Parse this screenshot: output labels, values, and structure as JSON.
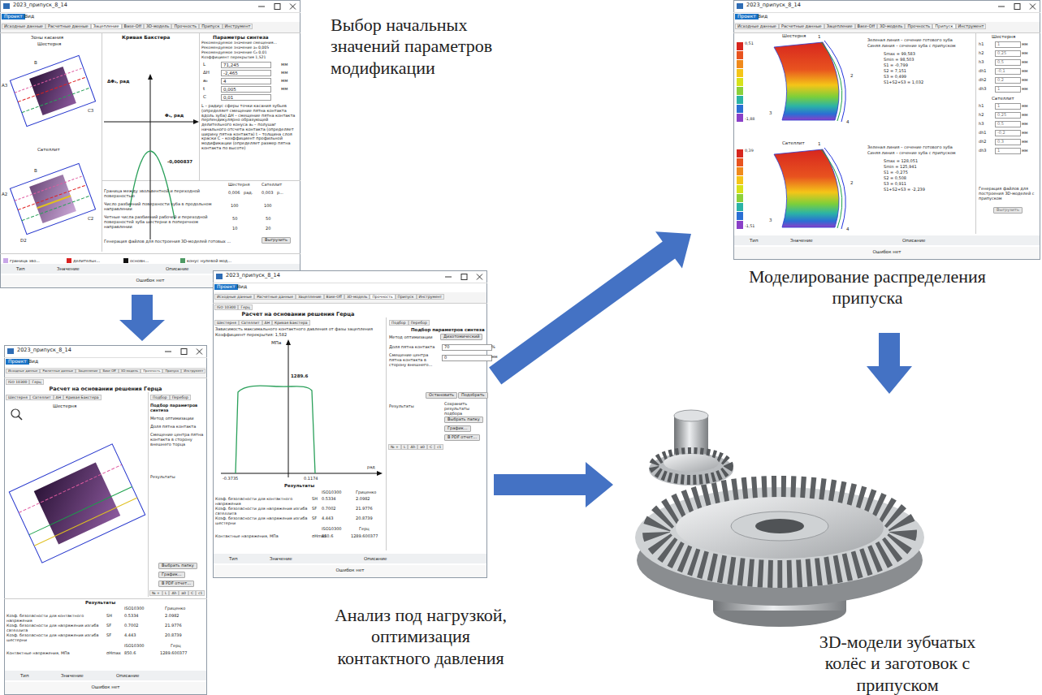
{
  "diagram": {
    "nodes": [
      {
        "text": [
          "Выбор начальных значений параметров модификации"
        ]
      },
      {
        "text": [
          "Анализ под нагрузкой, оптимизация контактного давления"
        ]
      },
      {
        "text": [
          "Моделирование распределения припуска"
        ]
      },
      {
        "text": [
          "3D-модели зубчатых колёс и заготовок с припуском"
        ]
      }
    ],
    "edges": [
      {
        "from": 0,
        "to": 1,
        "arrow": "to"
      },
      {
        "from": 1,
        "to": 2,
        "arrow": "to"
      },
      {
        "from": 1,
        "to": 3,
        "arrow": "to"
      },
      {
        "from": 2,
        "to": 3,
        "arrow": "to"
      }
    ],
    "labels": [
      "2023_припуск_8_14",
      "Проект",
      "Вид",
      "Исходные данные",
      "Расчетные данные",
      "Зацепление",
      "Base-Off",
      "3D-модель",
      "Прочность",
      "Припуск",
      "Инструмент",
      "Тип",
      "Значение",
      "Описание",
      "Ошибок нет",
      "2023_припуск_8_14",
      "Проект",
      "Вид",
      "Исходные данные",
      "Расчетные данные",
      "Зацепление",
      "Base-Off",
      "3D-модель",
      "Прочность",
      "Припуск",
      "Инструмент",
      "Тип",
      "Значение",
      "Описание",
      "Ошибок нет",
      "2023_припуск_8_14",
      "Проект",
      "Вид",
      "Исходные данные",
      "Расчетные данные",
      "Зацепление",
      "Base-Off",
      "3D-модель",
      "Прочность",
      "Припуск",
      "Инструмент",
      "Тип",
      "Значение",
      "Описание",
      "Ошибок нет",
      "2023_припуск_8_14",
      "Проект",
      "Вид",
      "Исходные данные",
      "Расчетные данные",
      "Зацепление",
      "Base-Off",
      "3D-модель",
      "Прочность",
      "Припуск",
      "Инструмент",
      "Тип",
      "Значение",
      "Описание",
      "Ошибок нет",
      "Зоны касания",
      "Шестерня",
      "B",
      "A3",
      "C3",
      "Сателлит",
      "B",
      "A2",
      "C2",
      "D2",
      "Кривая Бакстера",
      "ΔΦ₂, рад",
      "Φ₁, рад",
      "-0,000837",
      "Параметры синтеза",
      "Рекомендуемое значение смещения...",
      "Рекомендуемое значение a₀ 0,005",
      "Рекомендуемое значение C₀ 0,01",
      "Коэффициент перекрытия 1,521",
      "L",
      "71,245",
      "мм",
      "ΔН",
      "-2,465",
      "мм",
      "a₀",
      "4",
      "мм",
      "t",
      "0,005",
      "мм",
      "C",
      "0,01",
      "L – радиус сферы точки касания зубьев (определяет смещение пятна контакта вдоль зуба) ΔН – смещение пятна контакта перпендикулярно образующей делительного конуса a₀ – полушаг начального отсчета контакта (определяет ширину пятна контакта) t – толщина слоя краски C – коэффициент профильной модификации (определяет размер пятна контакта по высоте)",
      "Шестерня",
      "Сателлит",
      "Граница между эвольвентной и переходной поверхностью",
      "0,006",
      "рад.",
      "0,003",
      "р...",
      "Число разбиений поверхности зуба в продольном направлении",
      "100",
      "100",
      "Четные числа разбиений рабочей и переходной поверхностей зуба шестерни в поперечном направлении",
      "50",
      "50",
      "10",
      "20",
      "Генерация файлов для построения 3D-моделей готовых ...",
      "Выгрузить",
      "ISO 10300",
      "Герц",
      "Расчет на основании решения Герца",
      "Шестерня",
      "Сателлит",
      "ΔH",
      "Кривая Бакстера",
      "Шестерня",
      "Подбор",
      "Перебор",
      "Подбор параметров синтеза",
      "Метод оптимизации",
      "Доля пятна контакта",
      "Смещение центра пятна контакта в сторону внешнего торца",
      "Результаты",
      "Выбрать папку",
      "График...",
      "В PDF отчет...",
      "№ +",
      "L",
      "Δh",
      "a0",
      "C",
      "c1",
      "Результаты",
      "ISO10300",
      "Гриценко",
      "Коэф. безопасности для контактного напряжения",
      "SH",
      "0.5334",
      "2.0982",
      "Коэф. безопасности для напряжения изгиба сателлита",
      "SF",
      "0.7002",
      "21.9776",
      "Коэф. безопасности для напряжения изгиба шестерни",
      "SF",
      "4.443",
      "20.8739",
      "ISO10300",
      "Герц",
      "Контактные напряжения, МПа",
      "σHmax",
      "850.6",
      "1289.600377",
      "ISO 10300",
      "Герц",
      "Расчет на основании решения Герца",
      "Шестерня",
      "Сателлит",
      "ΔH",
      "Кривая Бакстера",
      "Зависимость максимального контактного давления от фазы зацепления",
      "Коэффициент перекрытия: 1,582",
      "МПа",
      "1289.6",
      "-0.3735",
      "0.1174",
      "рад",
      "Результаты",
      "ISO10300",
      "Гриценко",
      "Коэф. безопасности для контактного напряжения",
      "SH",
      "0.5334",
      "2.0982",
      "Коэф. безопасности для напряжения изгиба сателлита",
      "SF",
      "0.7002",
      "21.9776",
      "Коэф. безопасности для напряжения изгиба шестерни",
      "SF",
      "4.443",
      "20.8739",
      "ISO10300",
      "Герц",
      "Контактные напряжения, МПа",
      "σHmax",
      "850.6",
      "1289.600377",
      "Подбор",
      "Перебор",
      "Подбор параметров синтеза",
      "Метод оптимизации",
      "Дихотомический",
      "Доля пятна контакта",
      "70",
      "%",
      "Смещение центра пятна контакта в сторону внешнего...",
      "0",
      "мм",
      "Остановить",
      "Подобрать",
      "Результаты",
      "Сохранить результаты подбора",
      "Выбрать папку",
      "График...",
      "В PDF отчет...",
      "№ +",
      "L",
      "Δh",
      "a0",
      "C",
      "c1",
      "Шестерня",
      "0,51",
      "-1,88",
      "1",
      "2",
      "3",
      "4",
      "Зеленая линия – сечение готового зуба",
      "Синяя линия – сечение зуба с припуском",
      "Smax = 99,583",
      "Smin = 98,503",
      "S1 = -0,799",
      "S2 = 7,151",
      "S3 = 0,499",
      "S1+S2+S3 = 1,032",
      "Сателлит",
      "0,39",
      "-1,51",
      "1",
      "2",
      "3",
      "4",
      "Зеленая линия – сечение готового зуба",
      "Синяя линия – сечение зуба с припуском",
      "Smax = 128,051",
      "Smin = 125,941",
      "S1 = -0,275",
      "S2 = 0,508",
      "S3 = 0,911",
      "S1+S2+S3 = -2,239",
      "Шестерня",
      "h1",
      "1",
      "мм",
      "h2",
      "0,25",
      "мм",
      "h3",
      "0,5",
      "мм",
      "dh1",
      "-0,1",
      "мм",
      "dh2",
      "0,2",
      "мм",
      "dh3",
      "1",
      "мм",
      "Сателлит",
      "h1",
      "1",
      "мм",
      "h2",
      "0,25",
      "мм",
      "h3",
      "0,5",
      "мм",
      "dh1",
      "-0,2",
      "мм",
      "dh2",
      "0,3",
      "мм",
      "dh3",
      "1",
      "мм",
      "Генерация файлов для построения 3D-моделей с припуском",
      "Выгрузить"
    ],
    "legend": [
      {
        "text": "граница эво...",
        "color": "#c9a7e8"
      },
      {
        "text": "делительн...",
        "color": "#d92121"
      },
      {
        "text": "основн...",
        "color": "#111111"
      },
      {
        "text": "конус нулевой мод...",
        "color": "#4e9a64"
      }
    ]
  }
}
